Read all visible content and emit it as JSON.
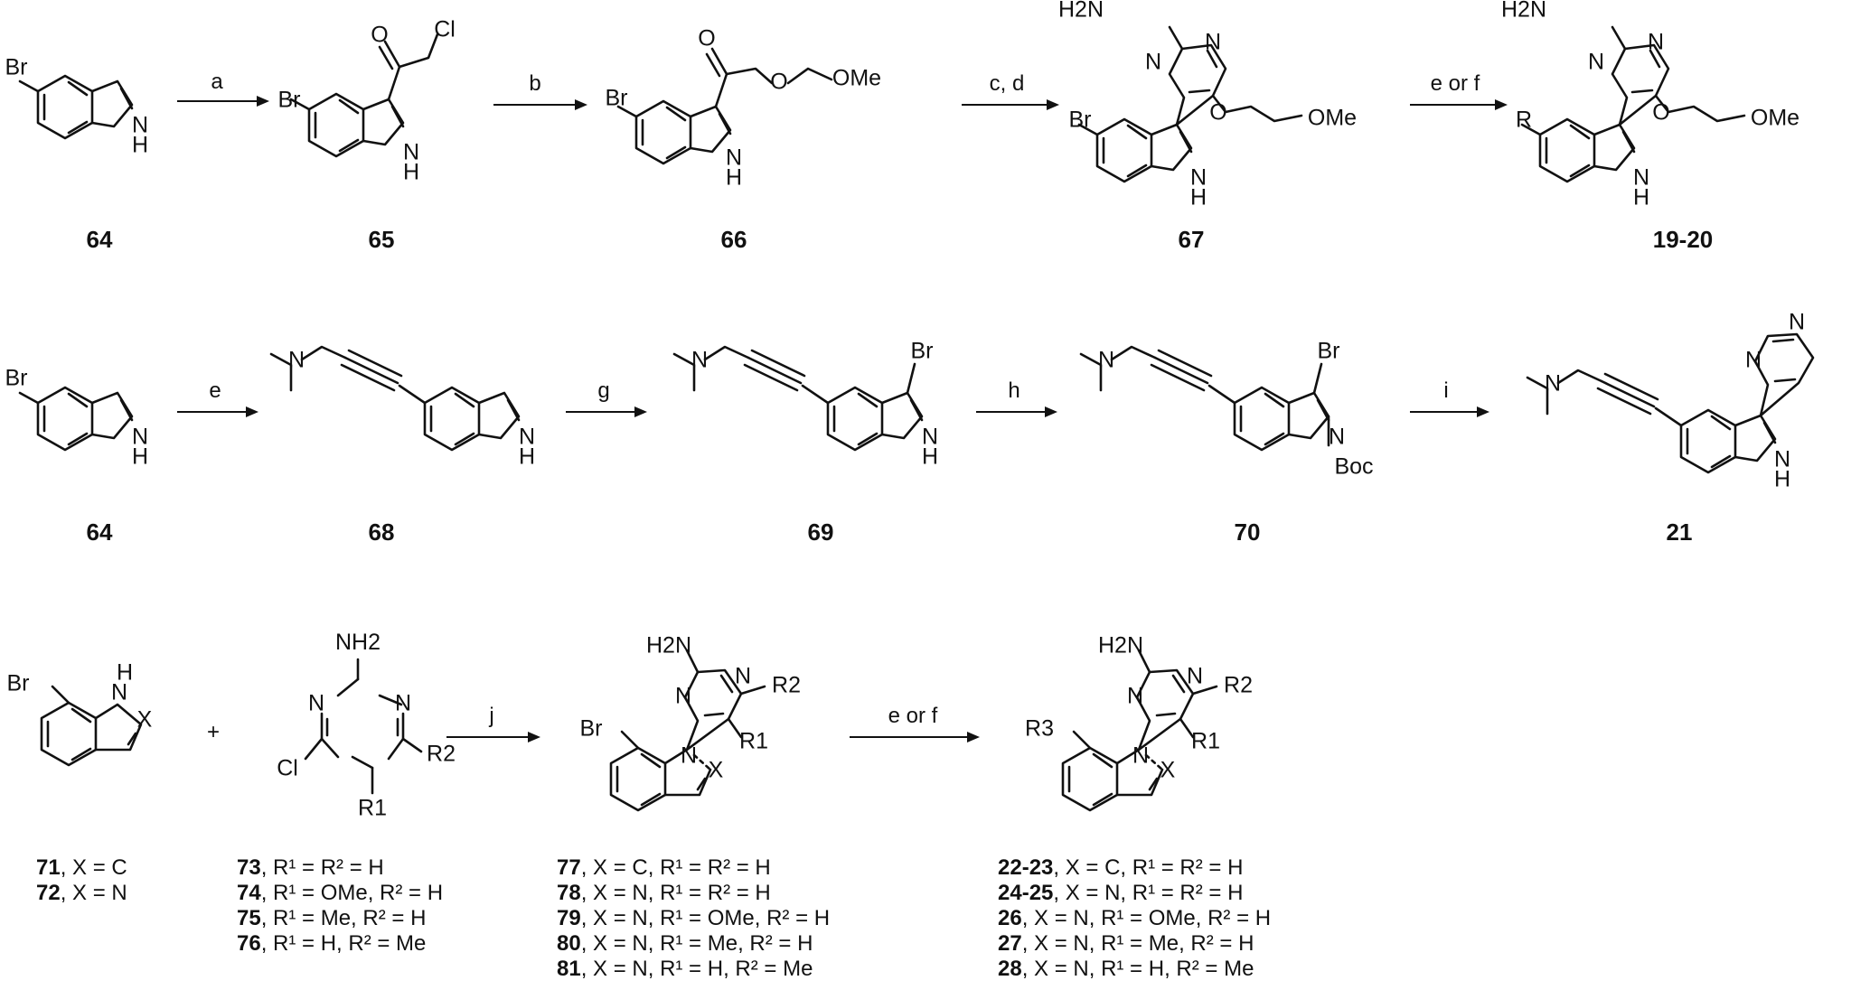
{
  "scheme": {
    "row1": {
      "reagents": {
        "a": "a",
        "b": "b",
        "cd": "c, d",
        "ef": "e or f"
      },
      "compounds": {
        "c64": "64",
        "c65": "65",
        "c66": "66",
        "c67": "67",
        "c1920": "19-20"
      },
      "atoms": {
        "br": "Br",
        "nh": "N",
        "h": "H",
        "o": "O",
        "cl": "Cl",
        "ome": "OMe",
        "h2n": "H2N",
        "n": "N",
        "r": "R"
      }
    },
    "row2": {
      "reagents": {
        "e": "e",
        "g": "g",
        "h": "h",
        "i": "i"
      },
      "compounds": {
        "c64": "64",
        "c68": "68",
        "c69": "69",
        "c70": "70",
        "c21": "21"
      },
      "atoms": {
        "boc": "Boc"
      }
    },
    "row3": {
      "reagents": {
        "j": "j",
        "ef": "e or f",
        "plus": "+"
      },
      "atoms": {
        "nh2": "NH2",
        "cl": "Cl",
        "r1": "R1",
        "r2": "R2",
        "r3": "R3",
        "x": "X",
        "n": "N",
        "h": "H"
      },
      "captions_71_72": [
        {
          "num": "71",
          "text": ", X = C"
        },
        {
          "num": "72",
          "text": ", X = N"
        }
      ],
      "captions_73_76": [
        {
          "num": "73",
          "text": ", R¹ = R² = H"
        },
        {
          "num": "74",
          "text": ", R¹ = OMe, R² = H"
        },
        {
          "num": "75",
          "text": ", R¹ = Me, R² = H"
        },
        {
          "num": "76",
          "text": ", R¹ = H, R² = Me"
        }
      ],
      "captions_77_81": [
        {
          "num": "77",
          "text": ", X = C, R¹ = R² = H"
        },
        {
          "num": "78",
          "text": ", X = N, R¹ = R² = H"
        },
        {
          "num": "79",
          "text": ", X = N, R¹ = OMe, R² = H"
        },
        {
          "num": "80",
          "text": ", X = N, R¹ = Me, R² = H"
        },
        {
          "num": "81",
          "text": ", X = N, R¹ = H, R² = Me"
        }
      ],
      "captions_22_28": [
        {
          "num": "22-23",
          "text": ", X = C, R¹ = R² = H"
        },
        {
          "num": "24-25",
          "text": ", X = N, R¹ = R² = H"
        },
        {
          "num": "26",
          "text": ", X = N, R¹ = OMe, R² = H"
        },
        {
          "num": "27",
          "text": ", X = N, R¹ = Me, R² = H"
        },
        {
          "num": "28",
          "text": ", X = N, R¹ = H, R² = Me"
        }
      ]
    }
  }
}
